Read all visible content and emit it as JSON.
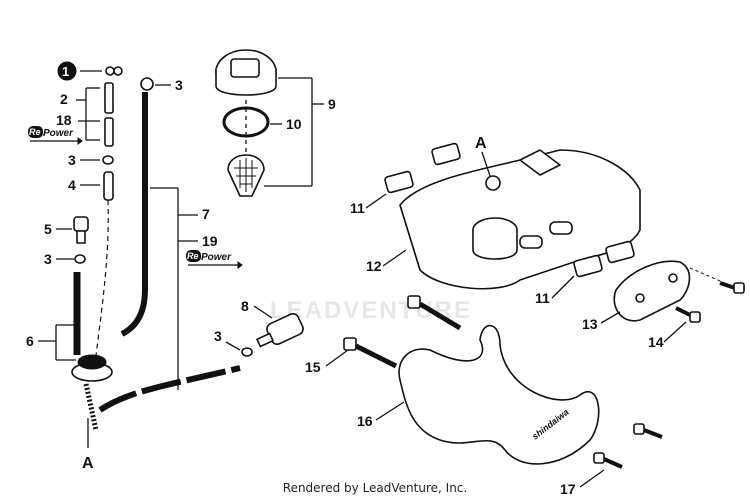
{
  "watermark": "LEADVENTURE",
  "footer": "Rendered by LeadVenture, Inc.",
  "callouts": {
    "c1": "1",
    "c2": "2",
    "c3a": "3",
    "c3b": "3",
    "c3c": "3",
    "c3d": "3",
    "c4": "4",
    "c5": "5",
    "c6": "6",
    "c7": "7",
    "c8": "8",
    "c9": "9",
    "c10": "10",
    "c11a": "11",
    "c11b": "11",
    "c12": "12",
    "c13": "13",
    "c14": "14",
    "c15": "15",
    "c16": "16",
    "c17": "17",
    "c18": "18",
    "c19": "19",
    "refA_top": "A",
    "refA_bottom": "A"
  },
  "repower": {
    "re": "Re",
    "power": "Power"
  },
  "shroud_brand": "shindaiwa"
}
